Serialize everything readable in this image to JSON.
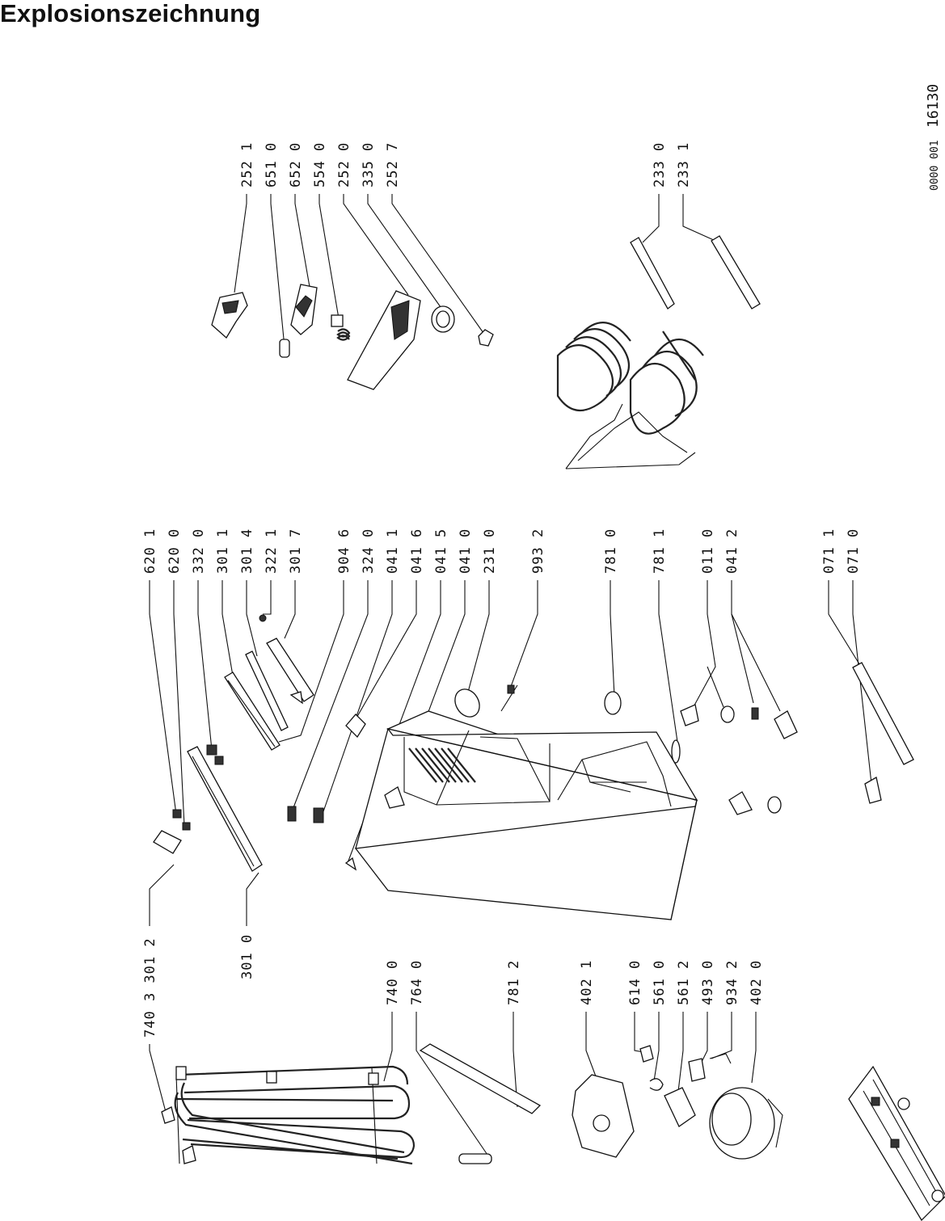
{
  "title": "Explosionszeichnung",
  "drawing_code": {
    "prefix": "0000 001",
    "number": "16130"
  },
  "labels": {
    "L252_1": "252 1",
    "L651_0": "651 0",
    "L652_0": "652 0",
    "L554_0": "554 0",
    "L252_0": "252 0",
    "L335_0": "335 0",
    "L252_7": "252 7",
    "L233_0": "233 0",
    "L233_1": "233 1",
    "L620_1": "620 1",
    "L620_0": "620 0",
    "L332_0": "332 0",
    "L301_1": "301 1",
    "L301_4": "301 4",
    "L322_1": "322 1",
    "L301_7": "301 7",
    "L904_6": "904 6",
    "L324_0": "324 0",
    "L041_1": "041 1",
    "L041_6": "041 6",
    "L041_5": "041 5",
    "L041_0": "041 0",
    "L231_0": "231 0",
    "L993_2": "993 2",
    "L781_0": "781 0",
    "L781_1": "781 1",
    "L011_0": "011 0",
    "L041_2": "041 2",
    "L071_1": "071 1",
    "L071_0": "071 0",
    "L740_3_301_2": "740 3 301 2",
    "L301_0": "301 0",
    "L740_0": "740 0",
    "L764_0": "764 0",
    "L781_2": "781 2",
    "L402_1": "402 1",
    "L614_0": "614 0",
    "L561_0": "561 0",
    "L561_2": "561 2",
    "L493_0": "493 0",
    "L934_2": "934 2",
    "L402_0": "402 0"
  }
}
